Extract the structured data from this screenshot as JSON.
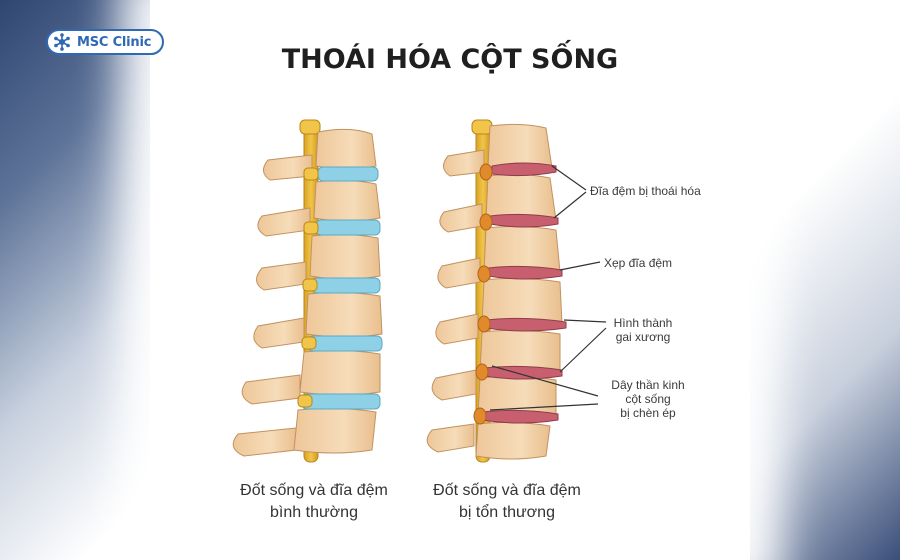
{
  "brand": {
    "name": "MSC Clinic",
    "color": "#2f68b3"
  },
  "title": "THOÁI HÓA CỘT SỐNG",
  "labels": {
    "degenerated_disc": "Đĩa đệm bị thoái hóa",
    "disc_collapse": "Xẹp đĩa đệm",
    "bone_spur": "Hình thành\ngai xương",
    "nerve_compression": "Dây thần kinh\ncột sống\nbị chèn ép"
  },
  "captions": {
    "normal": "Đốt sống và đĩa đệm\nbình thường",
    "damaged": "Đốt sống và đĩa đệm\nbị tổn thương"
  },
  "colors": {
    "bone": "#f3d4ad",
    "bone_outline": "#b98457",
    "healthy_disc": "#8ed0e6",
    "damaged_disc": "#c85f6e",
    "spinal_cord": "#e8b332",
    "background_edge": "#2f4672"
  },
  "icons": {
    "logo": "snowflake-logo-icon"
  }
}
